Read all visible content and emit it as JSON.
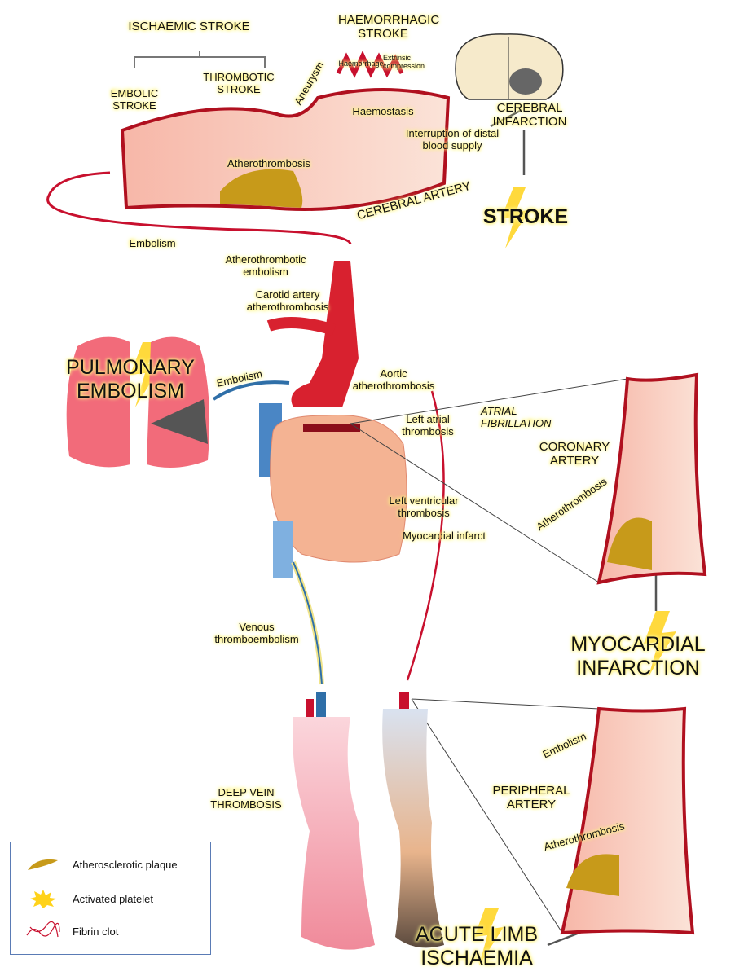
{
  "labels": {
    "ischaemic_stroke": "ISCHAEMIC STROKE",
    "haemorrhagic_stroke": "HAEMORRHAGIC STROKE",
    "embolic_stroke": "EMBOLIC STROKE",
    "thrombotic_stroke": "THROMBOTIC STROKE",
    "aneurysm": "Aneurysm",
    "haemorrhage": "Haemorrhage",
    "extrinsic_compression": "Extrinsic compression",
    "haemostasis": "Haemostasis",
    "interruption": "Interruption of distal blood supply",
    "cerebral_infarction": "CEREBRAL INFARCTION",
    "atherothrombosis_cerebral": "Atherothrombosis",
    "cerebral_artery": "CEREBRAL ARTERY",
    "stroke": "STROKE",
    "embolism_top": "Embolism",
    "atherothrombotic_embolism": "Atherothrombotic embolism",
    "carotid": "Carotid artery atherothrombosis",
    "pulmonary_embolism": "PULMONARY EMBOLISM",
    "embolism_lung": "Embolism",
    "aortic": "Aortic atherothrombosis",
    "left_atrial": "Left atrial thrombosis",
    "atrial_fibrillation": "ATRIAL FIBRILLATION",
    "coronary_artery": "CORONARY ARTERY",
    "atherothrombosis_coronary": "Atherothrombosis",
    "left_ventricular": "Left ventricular thrombosis",
    "myocardial_infarct": "Myocardial infarct",
    "venous_te": "Venous thromboembolism",
    "myocardial_infarction": "MYOCARDIAL INFARCTION",
    "embolism_peripheral": "Embolism",
    "peripheral_artery": "PERIPHERAL ARTERY",
    "atherothrombosis_peripheral": "Atherothrombosis",
    "dvt": "DEEP VEIN THROMBOSIS",
    "acute_limb": "ACUTE LIMB ISCHAEMIA"
  },
  "legend": {
    "items": [
      {
        "icon": "plaque-icon",
        "label": "Atherosclerotic plaque"
      },
      {
        "icon": "platelet-icon",
        "label": "Activated platelet"
      },
      {
        "icon": "fibrin-icon",
        "label": "Fibrin clot"
      }
    ]
  },
  "colors": {
    "artery": "#c8102e",
    "vein": "#2f6fa8",
    "highlight": "#fff27a",
    "plaque": "#c79a1a"
  }
}
